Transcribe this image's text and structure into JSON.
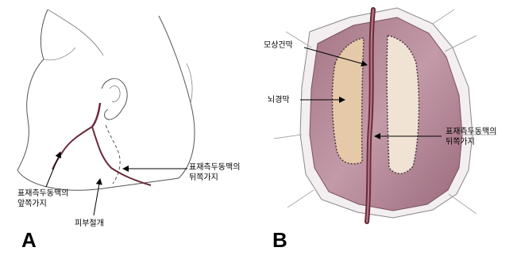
{
  "panel_a": {
    "letter": "A",
    "labels": {
      "anterior_branch": "표재측두동맥의\n앞쪽가지",
      "posterior_branch": "표재측두동맥의\n뒤쪽가지",
      "skin_incision": "피부절개"
    }
  },
  "panel_b": {
    "letter": "B",
    "labels": {
      "galea": "모상건막",
      "dura": "뇌경막",
      "posterior_branch": "표재측두동맥의\n뒤쪽가지"
    }
  },
  "colors": {
    "artery": "#6b2a3a",
    "tissue": "#b58a9a",
    "dura": "#e6c9a8",
    "outline": "#666666"
  }
}
